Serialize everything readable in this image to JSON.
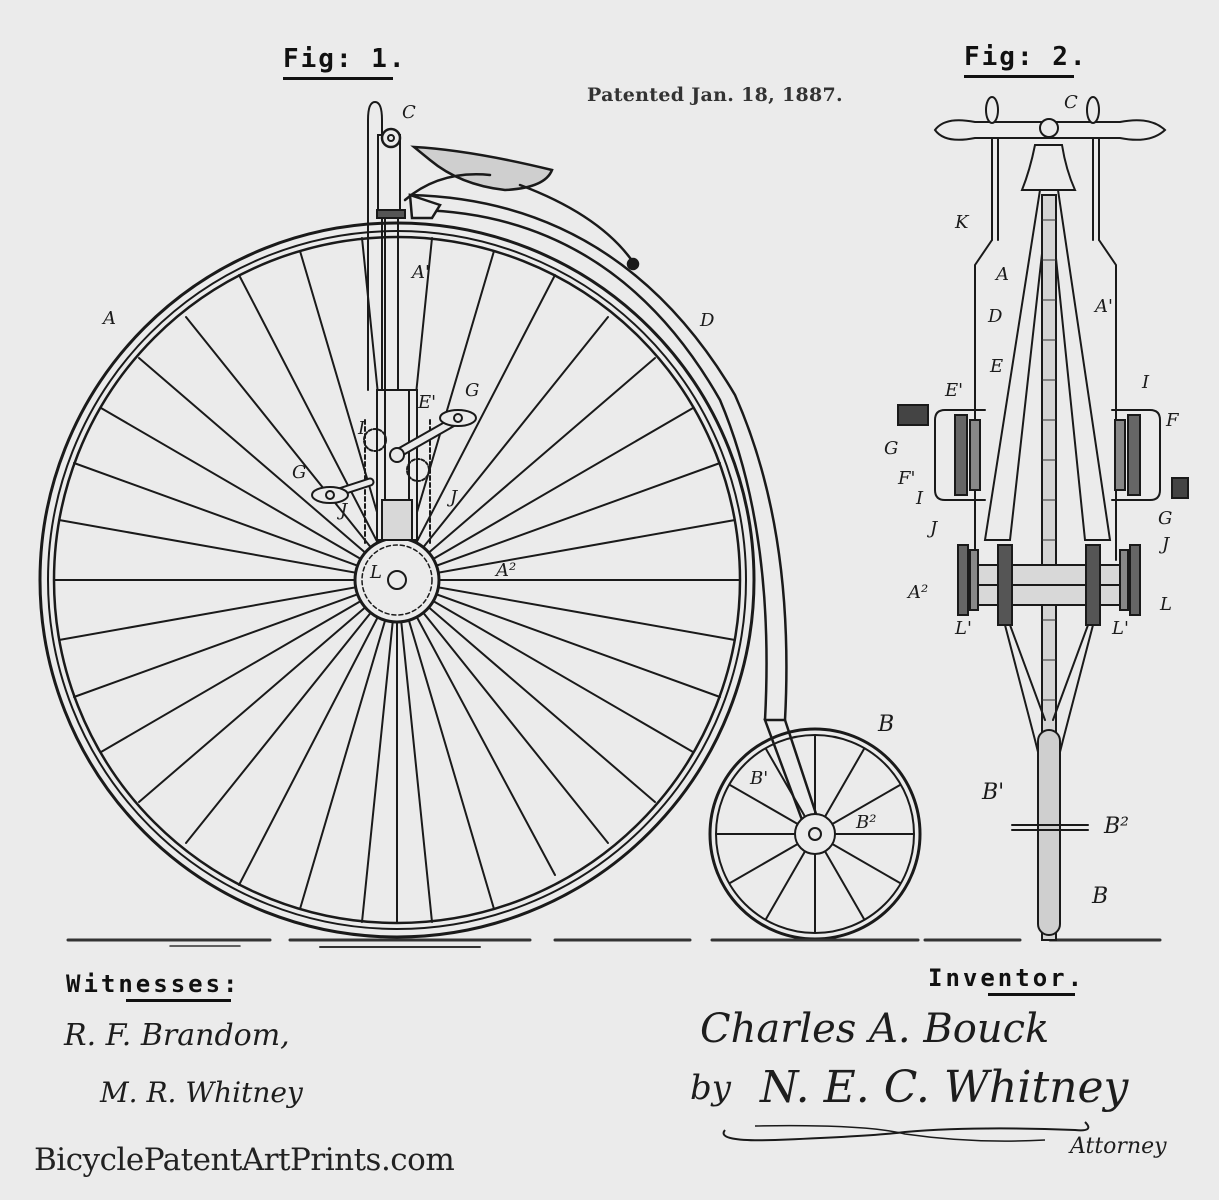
{
  "document": {
    "type": "patent drawing",
    "subject": "Velocipede (high-wheel bicycle)",
    "colors": {
      "paper": "#ebebeb",
      "ink": "#1a1a1a"
    }
  },
  "header": {
    "fig1_label": "Fig: 1.",
    "fig2_label": "Fig: 2.",
    "patent_date": "Patented Jan. 18, 1887."
  },
  "fig1": {
    "labels": {
      "C": "C",
      "A_prime": "A'",
      "A": "A",
      "D": "D",
      "E_prime": "E'",
      "G_upper": "G",
      "I": "I",
      "G_lower": "G",
      "J_left": "J",
      "J_right": "J",
      "L": "L",
      "A2": "A²",
      "B": "B",
      "B_prime": "B'",
      "B2": "B²"
    }
  },
  "fig2": {
    "labels": {
      "C": "C",
      "K": "K",
      "A": "A",
      "A_prime": "A'",
      "D": "D",
      "E": "E",
      "E_prime": "E'",
      "I_right": "I",
      "F_right": "F",
      "G_left": "G",
      "F_prime": "F'",
      "I_left": "I",
      "J_left": "J",
      "G_right": "G",
      "J_right": "J",
      "A2": "A²",
      "L_prime_left": "L'",
      "L_prime_right": "L'",
      "L_right": "L",
      "B_prime": "B'",
      "B2": "B²",
      "B": "B"
    }
  },
  "footer": {
    "witnesses_heading": "Witnesses:",
    "witness_1": "R. F. Brandom,",
    "witness_2": "M. R. Whitney",
    "inventor_heading": "Inventor.",
    "inventor_name": "Charles A. Bouck",
    "attorney_prefix": "by",
    "attorney_name": "N. E. C. Whitney",
    "attorney_title": "Attorney",
    "watermark": "BicyclePatentArtPrints.com"
  }
}
